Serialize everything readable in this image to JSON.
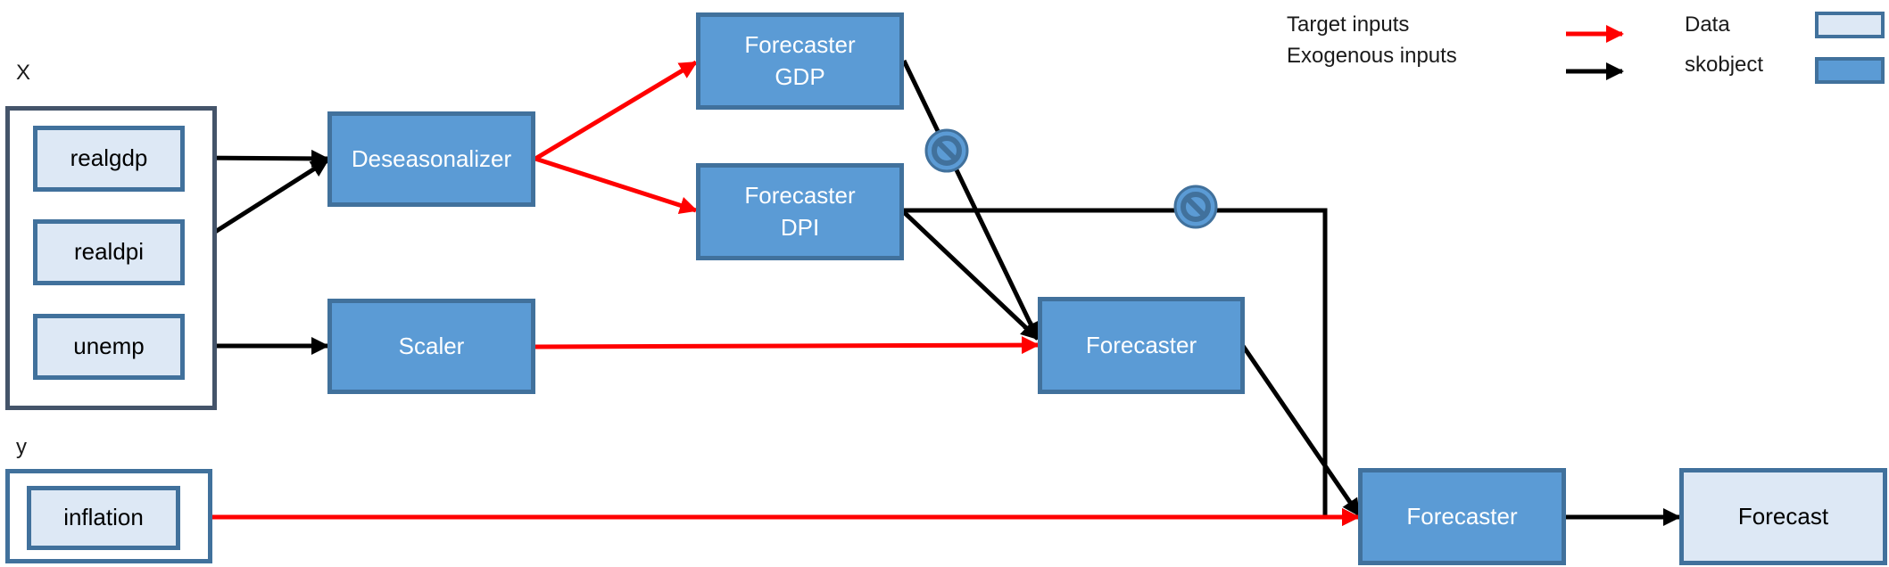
{
  "group_labels": {
    "x": "X",
    "y": "y"
  },
  "inputs": {
    "realgdp": "realgdp",
    "realdpi": "realdpi",
    "unemp": "unemp",
    "inflation": "inflation"
  },
  "nodes": {
    "deseasonalizer": "Deseasonalizer",
    "scaler": "Scaler",
    "forecaster_gdp": [
      "Forecaster",
      "GDP"
    ],
    "forecaster_dpi": [
      "Forecaster",
      "DPI"
    ],
    "forecaster_mid": "Forecaster",
    "forecaster_final": "Forecaster",
    "forecast": "Forecast"
  },
  "legend": {
    "target_inputs": "Target inputs",
    "exogenous_inputs": "Exogenous inputs",
    "data": "Data",
    "skobject": "skobject"
  },
  "colors": {
    "target_arrow": "#ff0000",
    "exogenous_arrow": "#000000",
    "data_fill": "#dde8f5",
    "skobject_fill": "#5b9bd5",
    "border": "#41719c",
    "group_x_border": "#44546a"
  }
}
